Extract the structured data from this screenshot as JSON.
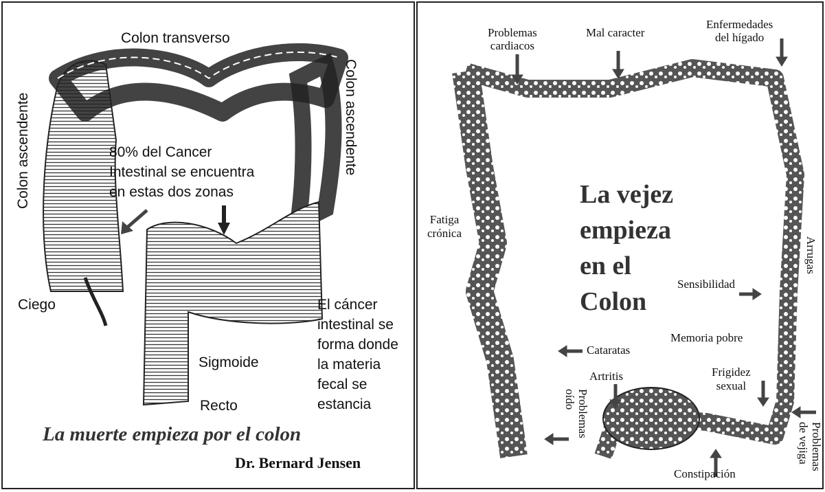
{
  "left_panel": {
    "top_label": "Colon transverso",
    "left_vertical": "Colon ascendente",
    "right_vertical": "Colon ascendente",
    "note_lines": [
      "80% del Cancer",
      "Intestinal se encuentra",
      "en estas dos zonas"
    ],
    "ciego": "Ciego",
    "sigmoide": "Sigmoide",
    "recto": "Recto",
    "cancer_lines": [
      "El cáncer",
      "intestinal se",
      "forma donde",
      "la materia",
      "fecal se",
      "estancia"
    ],
    "title": "La muerte empieza por el colon",
    "author": "Dr. Bernard Jensen"
  },
  "right_panel": {
    "cardiacos": [
      "Problemas",
      "cardiacos"
    ],
    "mal_caracter": "Mal caracter",
    "higado": [
      "Enfermedades",
      "del hígado"
    ],
    "fatiga": [
      "Fatiga",
      "crónica"
    ],
    "center_title": [
      "La vejez",
      "empieza",
      "en el",
      "Colon"
    ],
    "arrugas": "Arrugas",
    "sensibilidad": "Sensibilidad",
    "memoria": "Memoria pobre",
    "cataratas": "Cataratas",
    "artritis": "Artritis",
    "frigidez": [
      "Frigidez",
      "sexual"
    ],
    "oido": [
      "Problemas",
      "oído"
    ],
    "vejiga": [
      "Problemas",
      "de vejiga"
    ],
    "constipacion": "Constipación"
  },
  "colors": {
    "ink": "#222222",
    "arrow": "#444444",
    "title": "#333333"
  }
}
